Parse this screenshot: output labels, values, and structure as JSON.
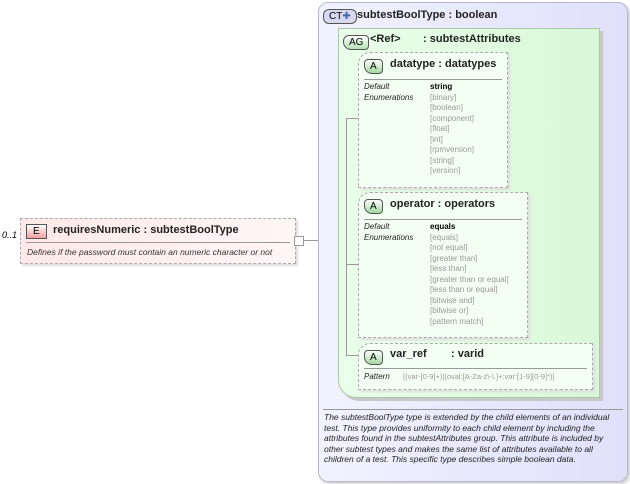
{
  "element": {
    "cardinality": "0..1",
    "badge": "E",
    "name": "requiresNumeric",
    "type": "subtestBoolType",
    "doc": "Defines if the password must contain an numeric character or not"
  },
  "complex_type": {
    "badge": "CT",
    "name": "subtestBoolType",
    "base": "boolean",
    "doc": "The subtestBoolType type is extended by the child elements of an individual test.  This type provides uniformity to each child element by including the attributes found in the subtestAttributes group.  This attribute is included by other subtest types and makes the same list of attributes available to all children of a test.  This specific type describes simple boolean data."
  },
  "attribute_group": {
    "badge": "AG",
    "ref": "<Ref>",
    "name": "subtestAttributes"
  },
  "attributes": [
    {
      "badge": "A",
      "name": "datatype",
      "type": "datatypes",
      "default_label": "Default",
      "default": "string",
      "enum_label": "Enumerations",
      "enums": [
        "[binary]",
        "[boolean]",
        "[component]",
        "[float]",
        "[int]",
        "[rpmversion]",
        "[string]",
        "[version]"
      ]
    },
    {
      "badge": "A",
      "name": "operator",
      "type": "operators",
      "default_label": "Default",
      "default": "equals",
      "enum_label": "Enumerations",
      "enums": [
        "[equals]",
        "[not equal]",
        "[greater than]",
        "[less than]",
        "[greater than or equal]",
        "[less than or equal]",
        "[bitwise and]",
        "[bitwise or]",
        "[pattern match]"
      ]
    },
    {
      "badge": "A",
      "name": "var_ref",
      "type": "varid",
      "pattern_label": "Pattern",
      "pattern": "[(var-[0-9]+)|(oval:[A-Za-z\\-\\.]+:var:[1-9][0-9]*)]"
    }
  ]
}
